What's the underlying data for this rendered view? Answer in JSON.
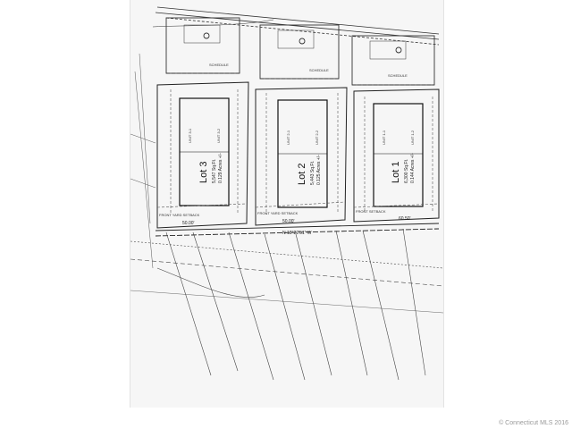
{
  "lots": [
    {
      "label": "Lot 3",
      "area": "5,547 Sq.Ft.",
      "acres": "0.129 Acres +/-",
      "unit_a": "UNIT 3-1",
      "unit_b": "UNIT 3-2",
      "front_setback": "FRONT YARD SETBACK"
    },
    {
      "label": "Lot 2",
      "area": "5,443 Sq.Ft.",
      "acres": "0.125 Acres +/-",
      "unit_a": "UNIT 2-1",
      "unit_b": "UNIT 2-2",
      "front_setback": "FRONT YARD SETBACK"
    },
    {
      "label": "Lot 1",
      "area": "6,300 Sq.Ft.",
      "acres": "0.144 Acres +/-",
      "unit_a": "UNIT 1-1",
      "unit_b": "UNIT 1-2",
      "front_setback": "FRONT SETBACK"
    }
  ],
  "frontage": {
    "lot3": "50.00'",
    "lot2": "50.00'",
    "lot1": "60.50'"
  },
  "bearing": "N 18°22'51\" W",
  "sewer_label": "SCHEDULE",
  "watermark": "© Connecticut MLS 2016"
}
